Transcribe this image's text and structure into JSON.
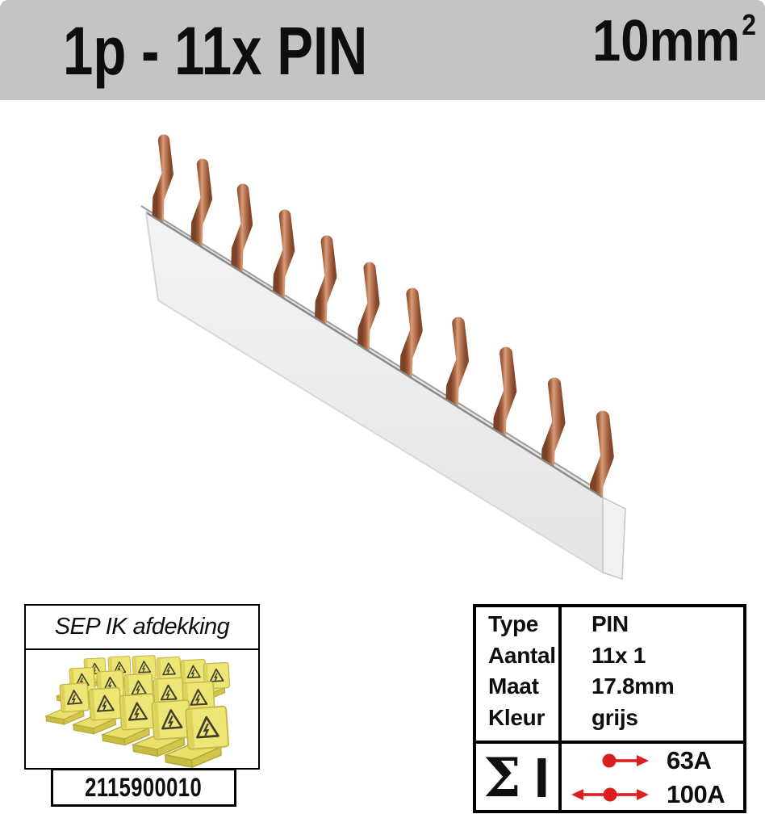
{
  "header": {
    "product_title": "1p - 11x PIN",
    "cross_section_value": "10mm",
    "cross_section_exponent": "2"
  },
  "main_product": {
    "alt": "grey 1-phase insulated busbar with 11 angled copper pin connectors",
    "pin_count": 11
  },
  "accessory_box": {
    "title": "SEP IK afdekking",
    "article_number": "2115900010",
    "alt": "set of yellow protective covers with warning triangles"
  },
  "spec_table": {
    "rows": [
      {
        "label": "Type",
        "value": "PIN"
      },
      {
        "label": "Aantal",
        "value": "11x 1"
      },
      {
        "label": "Maat",
        "value": "17.8mm"
      },
      {
        "label": "Kleur",
        "value": "grijs"
      }
    ],
    "sum_sigma": "Σ",
    "sum_current_symbol": "I",
    "ratings": [
      {
        "arrow": "dot-arrow-right",
        "label": "63A"
      },
      {
        "arrow": "double-arrow-dot-center",
        "label": "100A"
      }
    ]
  },
  "colors": {
    "header_bg": "#c4c4c4",
    "accent_red": "#dc1e1e",
    "copper": "#b4714e",
    "rail_grey": "#ececec",
    "cover_yellow": "#ece573"
  }
}
